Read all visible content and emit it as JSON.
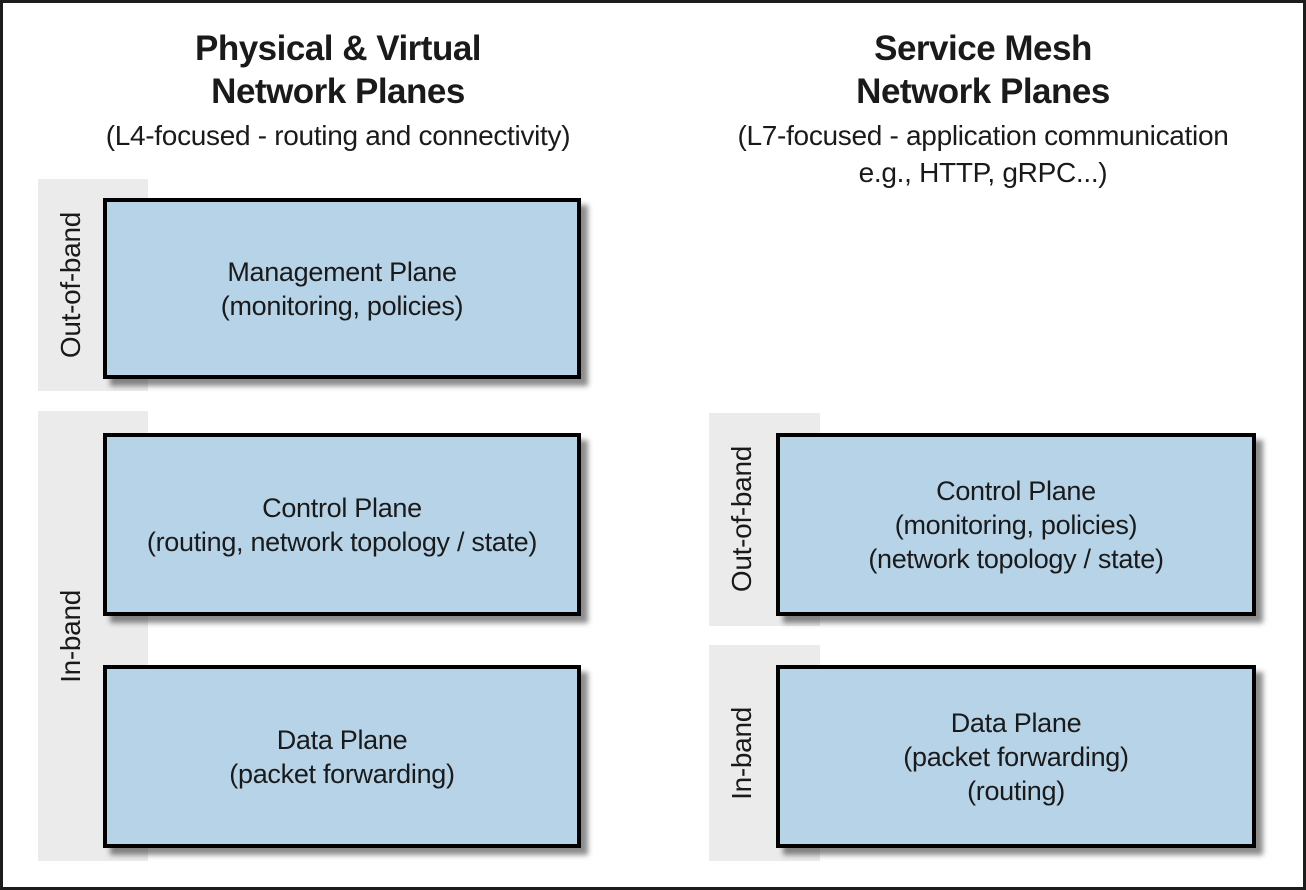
{
  "diagram": {
    "left": {
      "title": [
        "Physical & Virtual",
        "Network Planes"
      ],
      "subtitle": [
        "(L4-focused - routing and connectivity)"
      ],
      "out_of_band_label": "Out-of-band",
      "in_band_label": "In-band",
      "boxes": {
        "management": [
          "Management Plane",
          "(monitoring, policies)"
        ],
        "control": [
          "Control Plane",
          "(routing, network topology / state)"
        ],
        "data": [
          "Data Plane",
          "(packet forwarding)"
        ]
      }
    },
    "right": {
      "title": [
        "Service Mesh",
        "Network Planes"
      ],
      "subtitle": [
        "(L7-focused - application communication",
        "e.g., HTTP, gRPC...)"
      ],
      "out_of_band_label": "Out-of-band",
      "in_band_label": "In-band",
      "boxes": {
        "control": [
          "Control Plane",
          "(monitoring, policies)",
          "(network topology / state)"
        ],
        "data": [
          "Data Plane",
          "(packet forwarding)",
          "(routing)"
        ]
      }
    },
    "colors": {
      "box_fill": "#b7d3e8",
      "box_border": "#000000",
      "band_fill": "#ebebeb",
      "background": "#ffffff",
      "frame": "#1c1c1c",
      "text": "#1a1a1a"
    }
  }
}
